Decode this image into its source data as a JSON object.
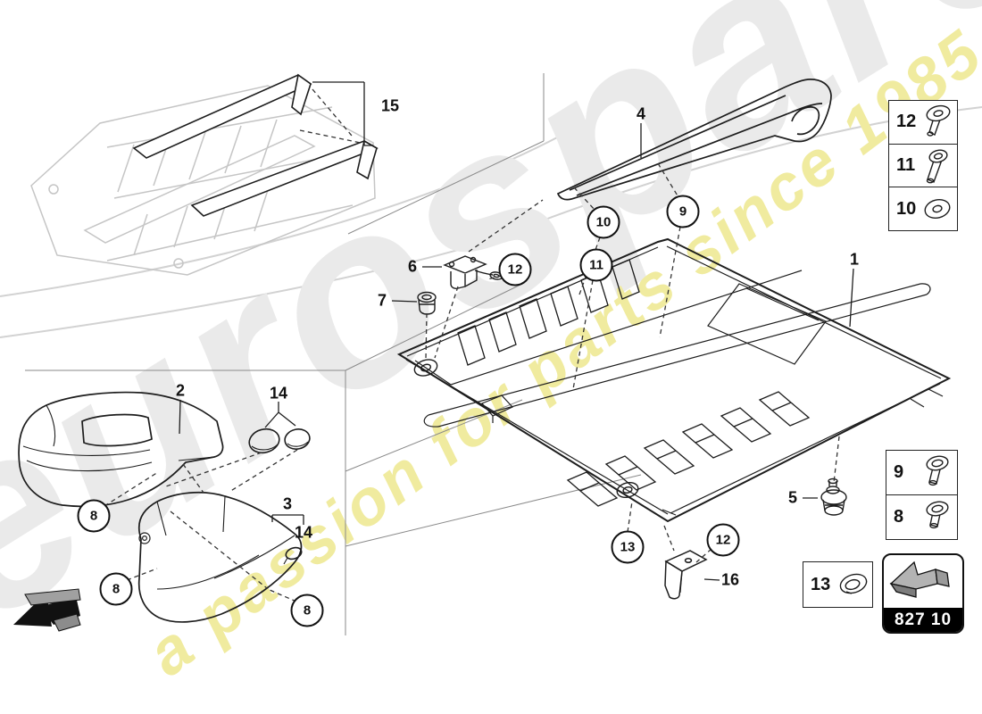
{
  "watermark": {
    "brand": "eurospares",
    "tagline": "a passion for parts since 1985",
    "brand_color": "#eaeaea",
    "tagline_color": "#f0eb9f"
  },
  "labels": {
    "p1": "1",
    "p2": "2",
    "p3": "3",
    "p4": "4",
    "p5": "5",
    "p6": "6",
    "p7": "7",
    "p14a": "14",
    "p14b": "14",
    "p15": "15",
    "p16": "16"
  },
  "callouts": {
    "c8a": "8",
    "c8b": "8",
    "c8c": "8",
    "c9": "9",
    "c10": "10",
    "c11": "11",
    "c12a": "12",
    "c12b": "12",
    "c13": "13"
  },
  "legend": {
    "col_top": [
      {
        "num": "12"
      },
      {
        "num": "11"
      },
      {
        "num": "10"
      }
    ],
    "col_mid": [
      {
        "num": "9"
      },
      {
        "num": "8"
      }
    ],
    "single": {
      "num": "13"
    },
    "code": "827 10"
  },
  "colors": {
    "line": "#1d1d1d",
    "ghost": "#c9c9c9",
    "arrow_gray": "#9c9c9c",
    "code_bg": "#000000",
    "code_fg": "#ffffff"
  }
}
